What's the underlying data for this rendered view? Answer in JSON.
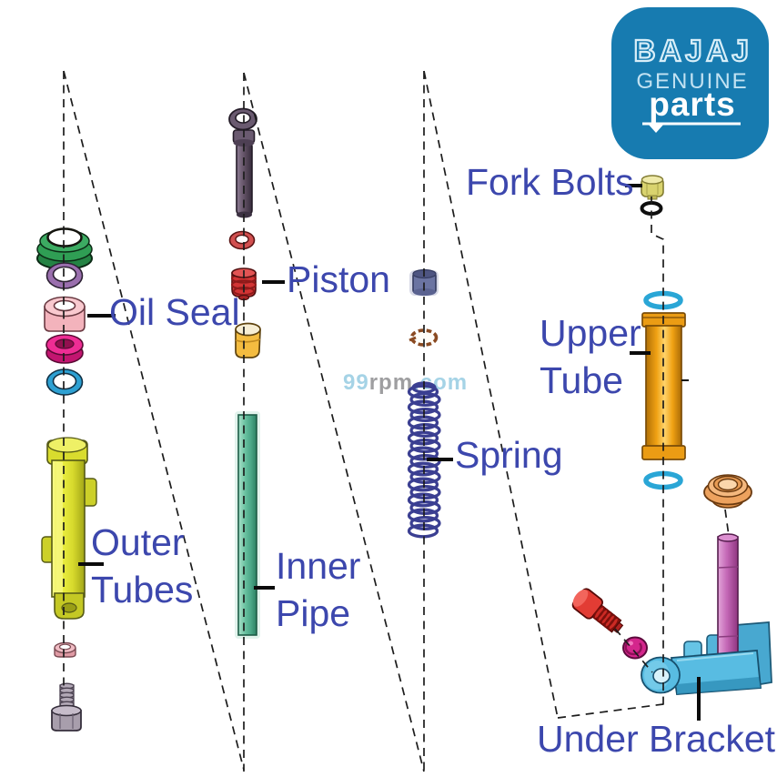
{
  "logo": {
    "brand": "BAJAJ",
    "genuine": "GENUINE",
    "parts": "parts"
  },
  "watermark": {
    "num": "99",
    "mid": "rpm",
    "tail": ".com"
  },
  "labels": {
    "oil_seal": "Oil Seal",
    "piston": "Piston",
    "outer_tubes_line1": "Outer",
    "outer_tubes_line2": "Tubes",
    "inner_pipe_line1": "Inner",
    "inner_pipe_line2": "Pipe",
    "spring": "Spring",
    "fork_bolts": "Fork Bolts",
    "upper_tube_line1": "Upper",
    "upper_tube_line2": "Tube",
    "under_bracket": "Under Bracket"
  },
  "colors": {
    "label_text": "#3c47ad",
    "logo_bg": "#177bb0",
    "centerline": "#1c1c1c",
    "pointer_line": "#0b0b0b",
    "oil_seal": "#f3b3bc",
    "dust_cap": "#2f9e54",
    "outer_tube": "#e9ec3e",
    "inner_pipe": "#66bf9e",
    "piston": "#d23434",
    "spring": "#3b3f92",
    "upper_tube": "#f0a113",
    "o_ring": "#2aa6d6",
    "steering_stem": "#c468b6",
    "under_bracket": "#58bce2"
  }
}
